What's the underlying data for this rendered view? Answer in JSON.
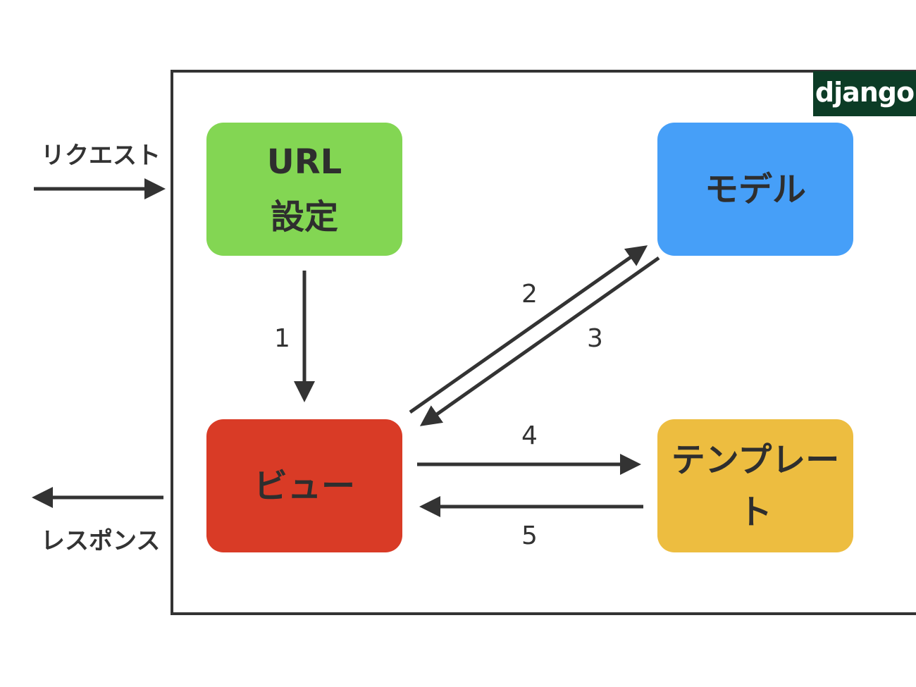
{
  "logo": {
    "text": "django",
    "bg_color": "#0c3c26"
  },
  "boxes": {
    "url": {
      "line1": "URL",
      "line2": "設定",
      "color": "#83d653"
    },
    "model": {
      "label": "モデル",
      "color": "#469ff8"
    },
    "view": {
      "label": "ビュー",
      "color": "#d93b26"
    },
    "template": {
      "line1": "テンプレー",
      "line2": "ト",
      "color": "#edbd40"
    }
  },
  "external": {
    "request": "リクエスト",
    "response": "レスポンス"
  },
  "steps": {
    "s1": "1",
    "s2": "2",
    "s3": "3",
    "s4": "4",
    "s5": "5"
  }
}
